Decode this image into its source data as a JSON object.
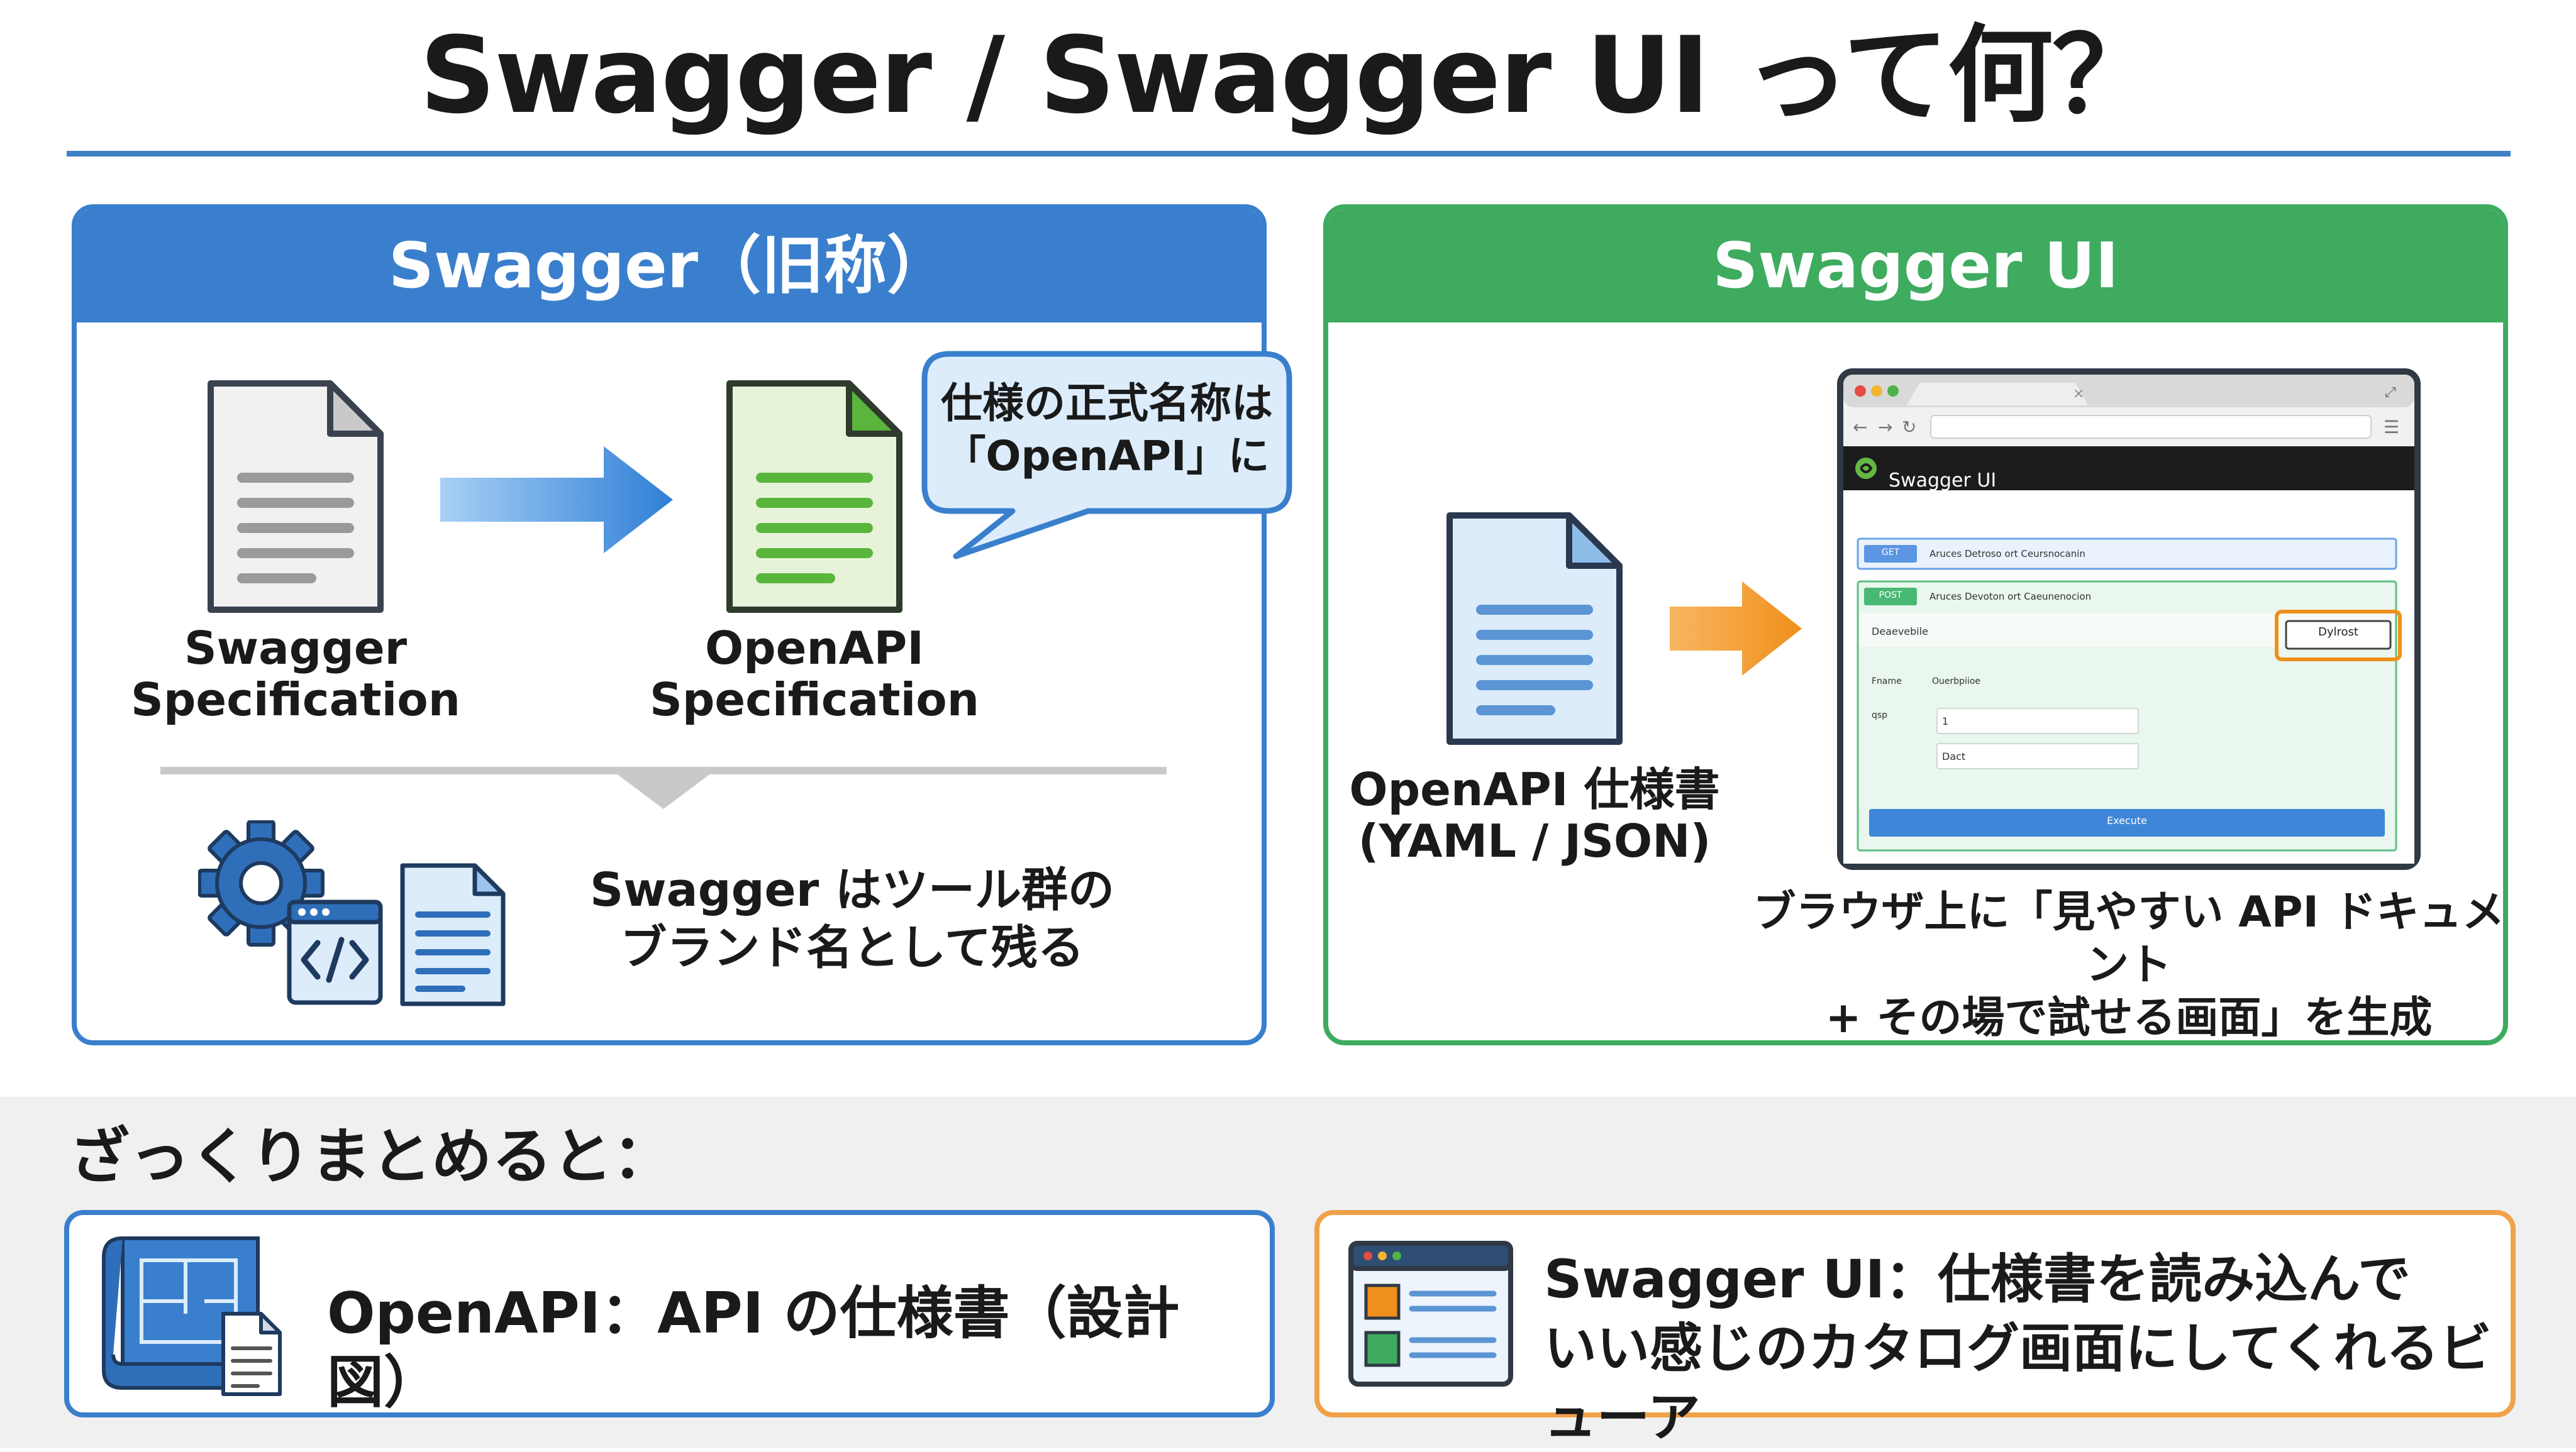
{
  "title": "Swagger / Swagger UI って何？",
  "left_panel": {
    "header": "Swagger（旧称）",
    "doc1_label": [
      "Swagger",
      "Specification"
    ],
    "doc2_label": [
      "OpenAPI",
      "Specification"
    ],
    "bubble": [
      "仕様の正式名称は",
      "「OpenAPI」に"
    ],
    "tools_text": [
      "Swagger はツール群の",
      "ブランド名として残る"
    ]
  },
  "right_panel": {
    "header": "Swagger UI",
    "doc_label": [
      "OpenAPI 仕様書",
      "(YAML / JSON)"
    ],
    "browser": {
      "app_title": "Swagger UI",
      "get_badge": "GET",
      "post_badge": "POST",
      "row1_text": "Aruces   Detroso ort Ceursnocanin",
      "row2_text": "Aruces   Devoton ort Caeunenocion",
      "section_label": "Deaevebile",
      "tryit_button": "Dylrost",
      "param_col1": "Fname",
      "param_col2": "Ouerbpiioe",
      "param_row_label": "qsp",
      "field1_value": "1",
      "field2_value": "Dact",
      "execute_button": "Execute"
    },
    "caption": [
      "ブラウザ上に「見やすい API ドキュメント",
      "+ その場で試せる画面」を生成"
    ]
  },
  "summary": {
    "title": "ざっくりまとめると：",
    "card1": "OpenAPI：API の仕様書（設計図）",
    "card2": [
      "Swagger UI：仕様書を読み込んで",
      "いい感じのカタログ画面にしてくれるビューア"
    ]
  },
  "colors": {
    "blue": "#3a7fcd",
    "green": "#3eab5f",
    "orange": "#f0a14a",
    "rule": "#3f7fc4"
  }
}
